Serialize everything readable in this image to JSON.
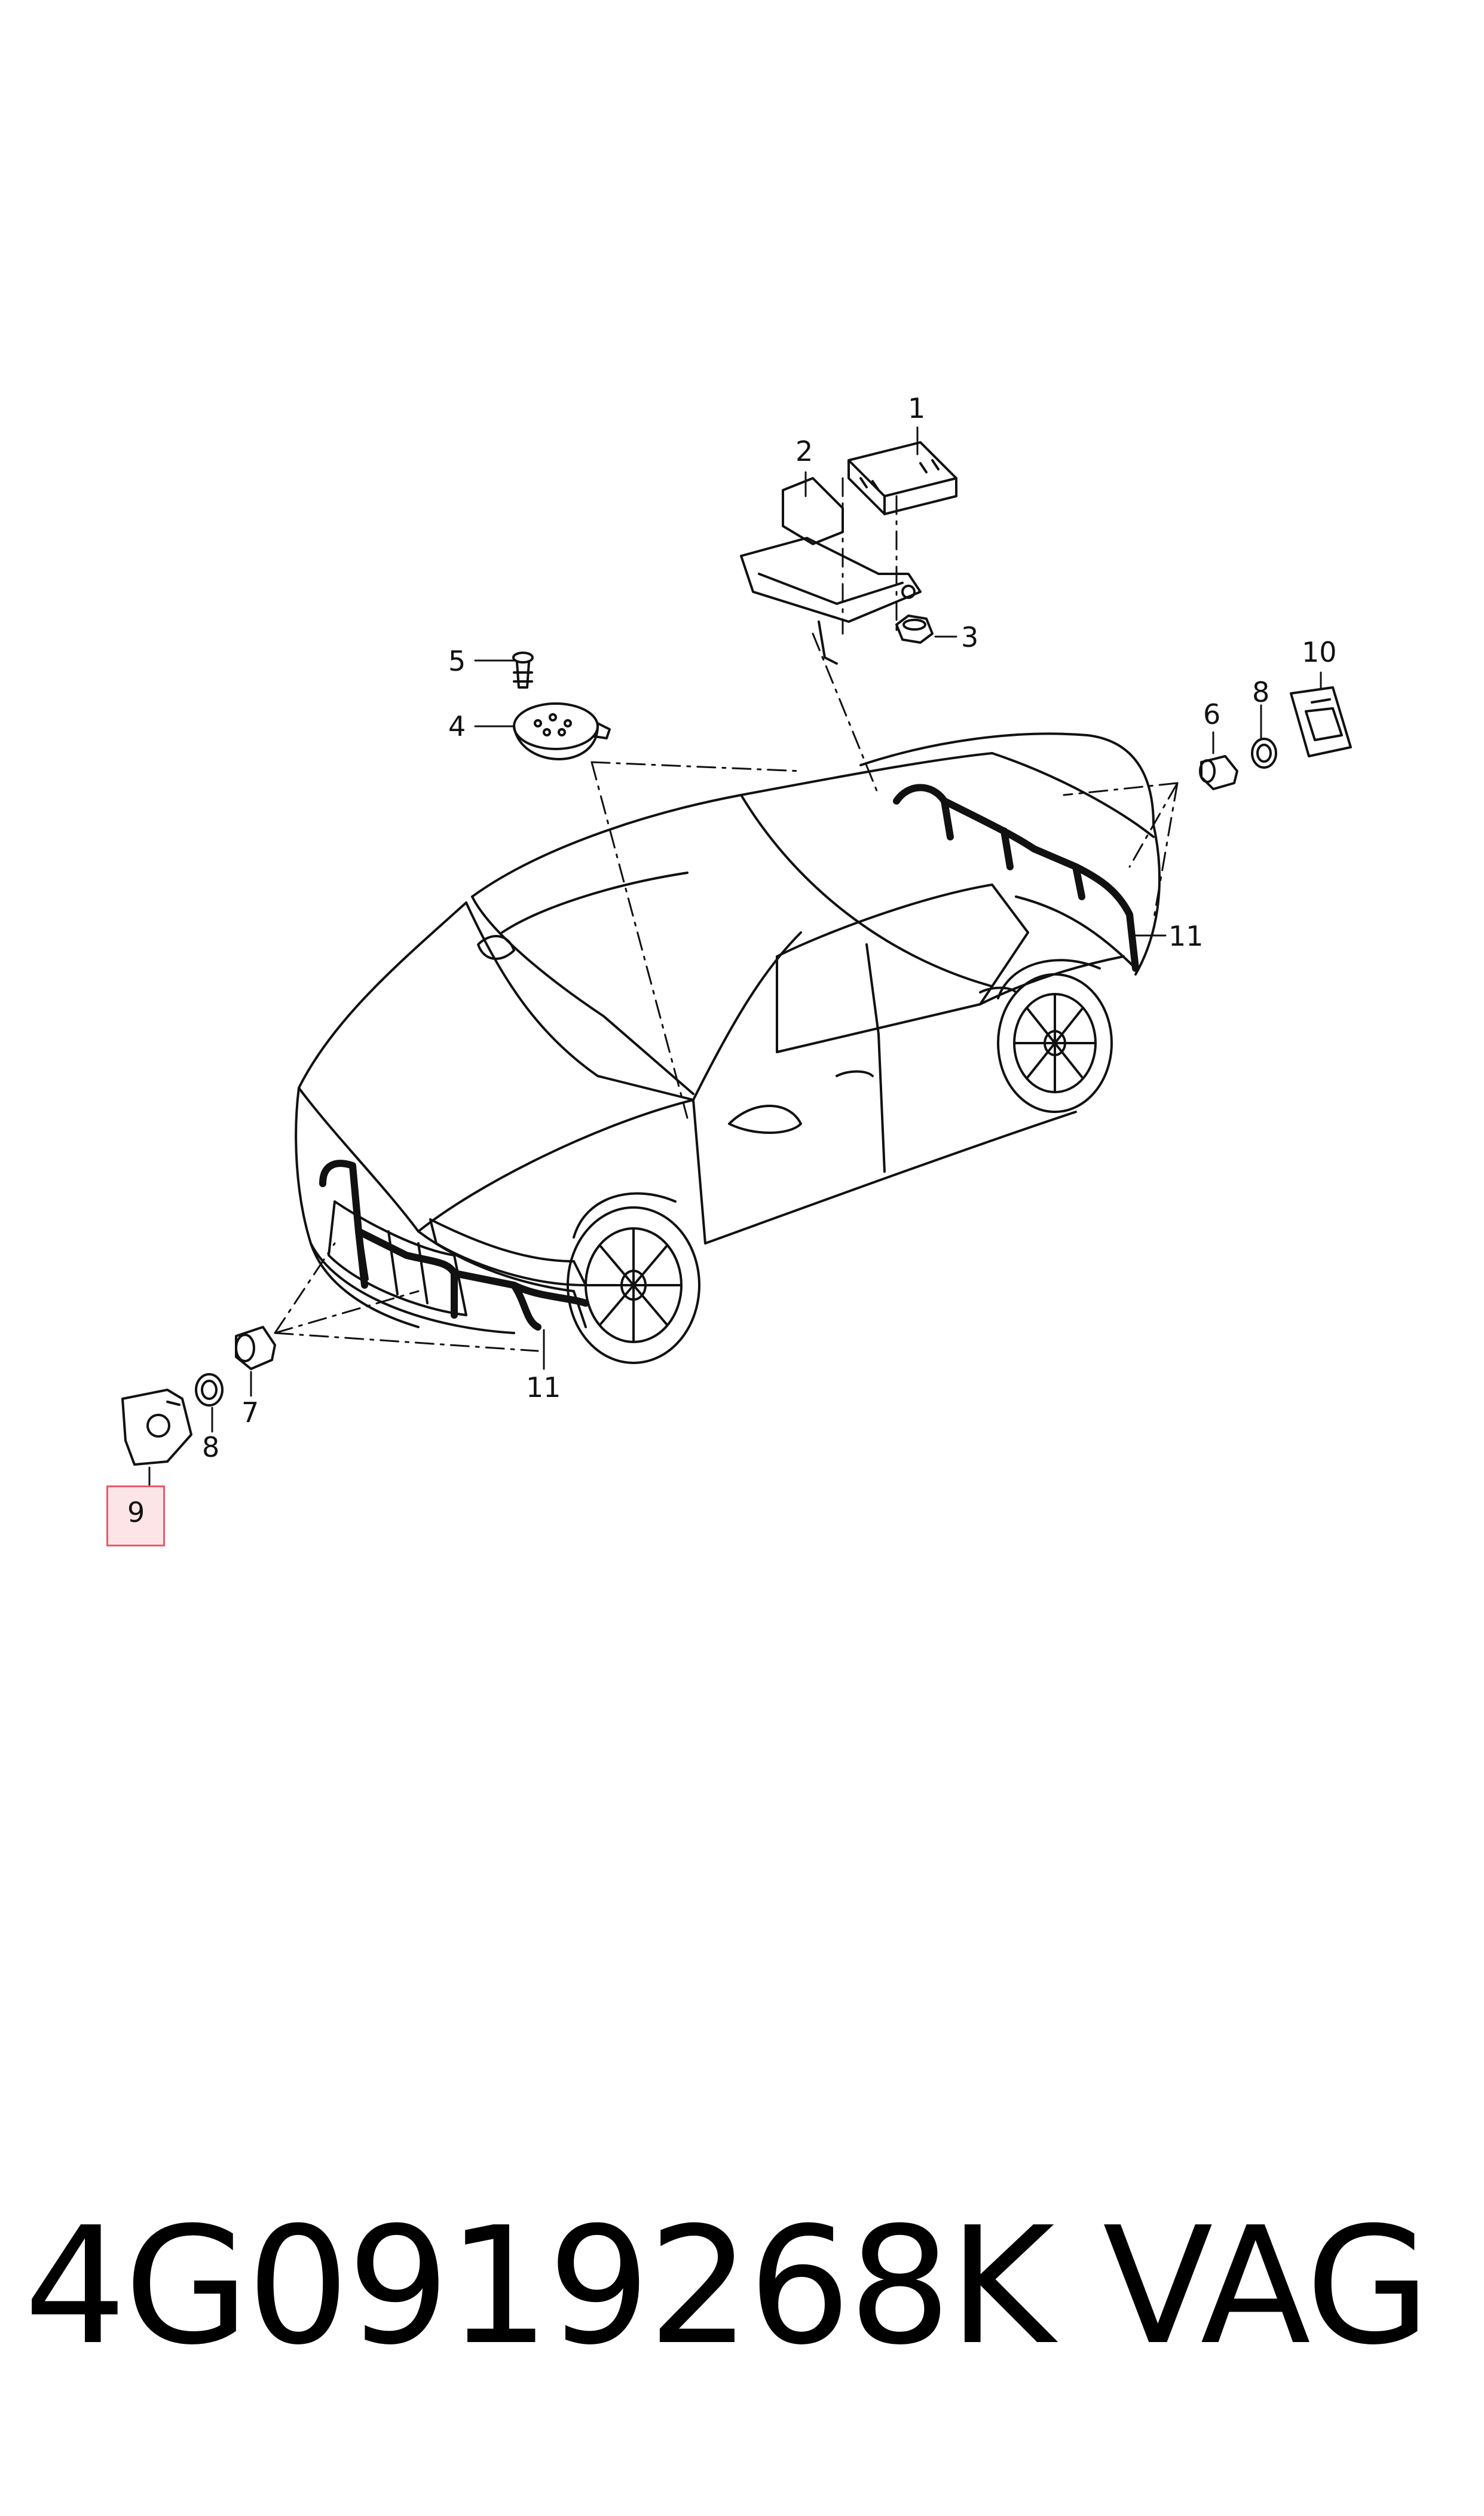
{
  "callouts": {
    "c1": "1",
    "c2": "2",
    "c3": "3",
    "c4": "4",
    "c5": "5",
    "c6": "6",
    "c7": "7",
    "c8_front": "8",
    "c8_rear": "8",
    "c9": "9",
    "c10": "10",
    "c11_rear": "11",
    "c11_front": "11"
  },
  "footer": {
    "part_number": "4G0919268K",
    "brand": "VAG"
  },
  "colors": {
    "line": "#111111",
    "highlight_fill": "#fde4e6",
    "highlight_border": "#e85a6b"
  }
}
